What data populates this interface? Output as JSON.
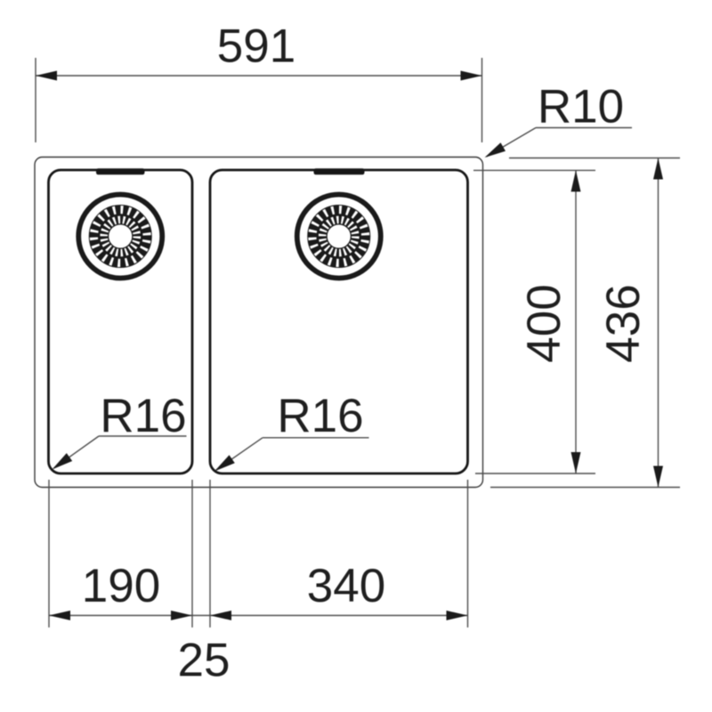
{
  "diagram": {
    "type": "technical-dimension-drawing",
    "subject": "double-bowl undermount kitchen sink, top view",
    "units": "mm",
    "labels": {
      "overall_width": "591",
      "outer_corner_radius": "R10",
      "bowl_depth": "400",
      "overall_depth": "436",
      "left_bowl_width": "190",
      "right_bowl_width": "340",
      "bowl_gap": "25",
      "left_bowl_corner_radius": "R16",
      "right_bowl_corner_radius": "R16"
    },
    "colors": {
      "background": "#ffffff",
      "outer_outline": "#3a3a3a",
      "bowl_outline": "#161616",
      "dimension_line": "#4d4d4d",
      "arrow": "#1a1a1a",
      "text": "#1f1f1f"
    }
  }
}
